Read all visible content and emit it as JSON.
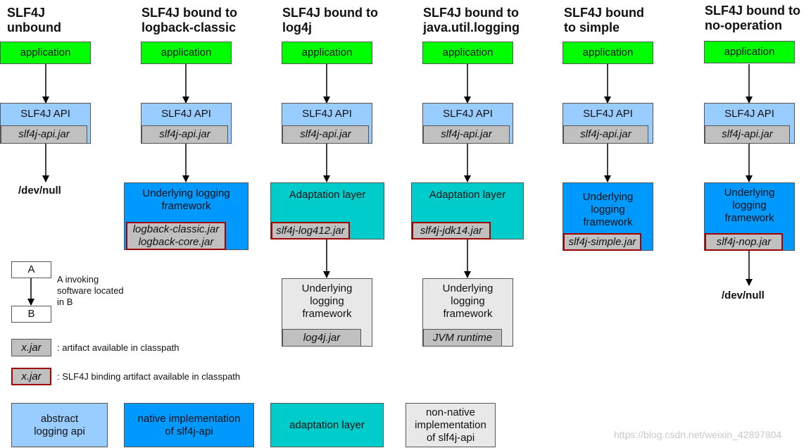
{
  "columns": [
    {
      "title": "SLF4J\nunbound",
      "app": "application",
      "api": "SLF4J API",
      "api_jar": "slf4j-api.jar",
      "sink": "/dev/null"
    },
    {
      "title": "SLF4J bound to\nlogback-classic",
      "app": "application",
      "api": "SLF4J API",
      "api_jar": "slf4j-api.jar",
      "impl": "Underlying logging\nframework",
      "impl_jar": "logback-classic.jar\nlogback-core.jar"
    },
    {
      "title": "SLF4J bound to\nlog4j",
      "app": "application",
      "api": "SLF4J API",
      "api_jar": "slf4j-api.jar",
      "adapt": "Adaptation layer",
      "adapt_jar": "slf4j-log412.jar",
      "fw": "Underlying\nlogging\nframework",
      "fw_jar": "log4j.jar"
    },
    {
      "title": "SLF4J bound to\njava.util.logging",
      "app": "application",
      "api": "SLF4J API",
      "api_jar": "slf4j-api.jar",
      "adapt": "Adaptation layer",
      "adapt_jar": "slf4j-jdk14.jar",
      "fw": "Underlying\nlogging\nframework",
      "fw_jar": "JVM runtime"
    },
    {
      "title": "SLF4J bound\nto simple",
      "app": "application",
      "api": "SLF4J API",
      "api_jar": "slf4j-api.jar",
      "impl": "Underlying\nlogging\nframework",
      "impl_jar": "slf4j-simple.jar"
    },
    {
      "title": "SLF4J bound to\nno-operation",
      "app": "application",
      "api": "SLF4J API",
      "api_jar": "slf4j-api.jar",
      "impl": "Underlying\nlogging\nframework",
      "impl_jar": "slf4j-nop.jar",
      "sink": "/dev/null"
    }
  ],
  "legend": {
    "a": "A",
    "b": "B",
    "invoke_text": "A invoking\nsoftware located\nin B",
    "jar_label": "x.jar",
    "artifact_text": ": artifact available in classpath",
    "binding_jar_label": "x.jar",
    "binding_text": ": SLF4J binding artifact available in classpath"
  },
  "key": [
    {
      "label": "abstract\nlogging api"
    },
    {
      "label": "native implementation\nof slf4j-api"
    },
    {
      "label": "adaptation layer"
    },
    {
      "label": "non-native\nimplementation\nof slf4j-api"
    }
  ],
  "colors": {
    "application": "#00ff00",
    "abstract_api": "#99ccff",
    "native_impl": "#0099ff",
    "adaptation": "#00cccc",
    "non_native": "#e8e8e8",
    "jar": "#c0c0c0",
    "binding_border": "#a00000"
  },
  "watermark": "https://blog.csdn.net/weixin_42897804"
}
